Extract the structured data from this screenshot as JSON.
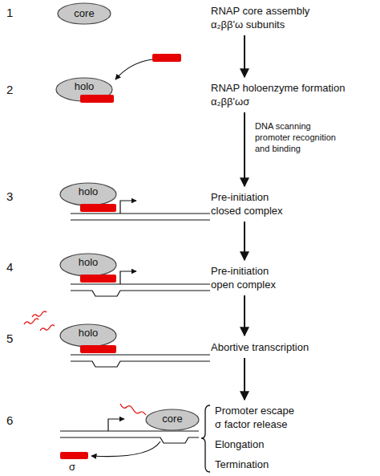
{
  "diagram": {
    "nodes": [
      {
        "text": [
          "core"
        ]
      },
      {
        "text": [
          "holo"
        ]
      },
      {
        "text": [
          "holo"
        ]
      },
      {
        "text": [
          "holo"
        ]
      },
      {
        "text": [
          "holo"
        ]
      },
      {
        "text": [
          "core"
        ]
      }
    ],
    "labels": [
      "1",
      "RNAP core assembly α₂ββ'ω subunits",
      "2",
      "RNAP holoenzyme formation α₂ββ'ωσ",
      "DNA scanning promoter recognition and binding",
      "3",
      "Pre-initiation closed complex",
      "4",
      "Pre-initiation open complex",
      "5",
      "Abortive transcription",
      "6",
      "Promoter escape σ factor release",
      "Elongation",
      "Termination",
      "σ"
    ]
  }
}
